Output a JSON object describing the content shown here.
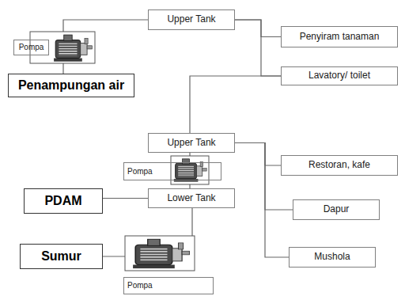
{
  "diagram": {
    "nodes": [
      {
        "text": [
          "Upper Tank"
        ]
      },
      {
        "text": [
          "Pompa"
        ]
      },
      {
        "text": [
          "Penyiram tanaman"
        ]
      },
      {
        "text": [
          "Penampungan air"
        ]
      },
      {
        "text": [
          "Lavatory/ toilet"
        ]
      },
      {
        "text": [
          "Upper Tank"
        ]
      },
      {
        "text": [
          "Restoran, kafe"
        ]
      },
      {
        "text": [
          "Pompa"
        ]
      },
      {
        "text": [
          "PDAM"
        ]
      },
      {
        "text": [
          "Lower Tank"
        ]
      },
      {
        "text": [
          "Dapur"
        ]
      },
      {
        "text": [
          "Sumur"
        ]
      },
      {
        "text": [
          "Mushola"
        ]
      },
      {
        "text": [
          "Pompa"
        ]
      }
    ],
    "edges": [
      {
        "from": 3,
        "to": 0,
        "arrow": "none"
      },
      {
        "from": 0,
        "to": 2,
        "arrow": "none"
      },
      {
        "from": 0,
        "to": 4,
        "arrow": "none"
      },
      {
        "from": 5,
        "to": 4,
        "arrow": "none"
      },
      {
        "from": 5,
        "to": 6,
        "arrow": "none"
      },
      {
        "from": 5,
        "to": 10,
        "arrow": "none"
      },
      {
        "from": 5,
        "to": 12,
        "arrow": "none"
      },
      {
        "from": 9,
        "to": 5,
        "arrow": "none"
      },
      {
        "from": 8,
        "to": 9,
        "arrow": "none"
      },
      {
        "from": 11,
        "to": 9,
        "arrow": "none"
      }
    ]
  }
}
